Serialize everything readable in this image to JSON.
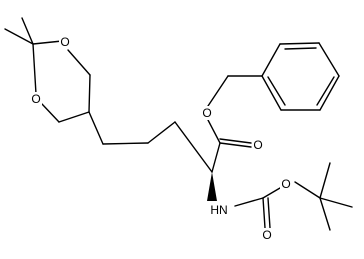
{
  "molecule": {
    "atom_labels": {
      "ring_oxygen_upper": "O",
      "ring_oxygen_lower": "O",
      "ester_oxygen": "O",
      "ester_carbonyl_oxygen": "O",
      "amine": "HN",
      "carbamate_oxygen": "O",
      "carbamate_carbonyl_oxygen": "O"
    },
    "colors": {
      "bond": "#000000",
      "background": "#ffffff"
    }
  }
}
